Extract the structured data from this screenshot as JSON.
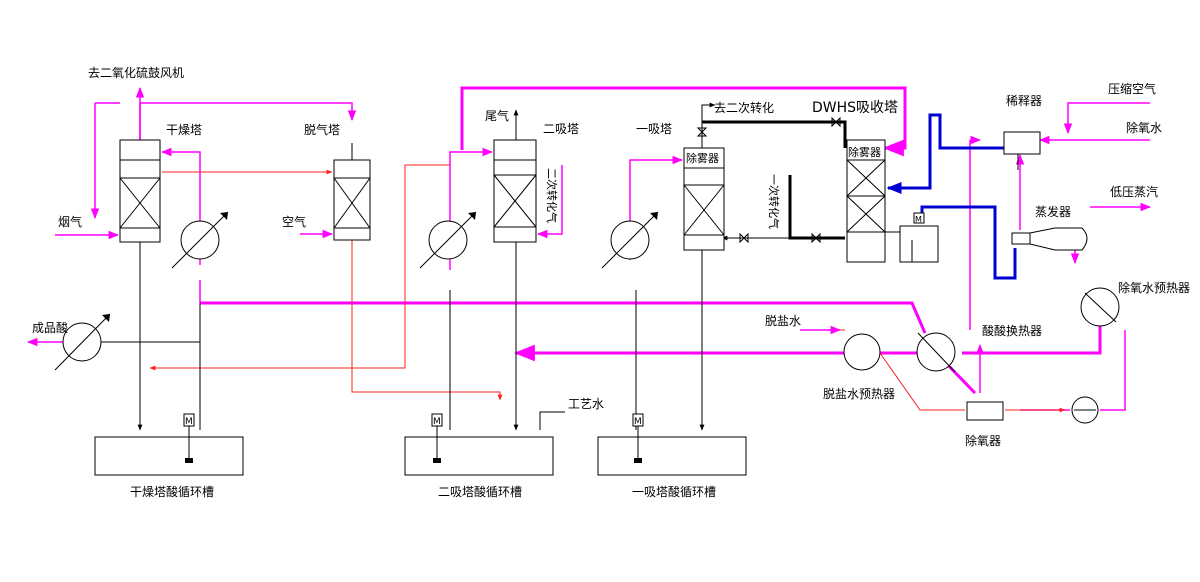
{
  "labels": {
    "to_so2_fan": "去二氧化硫鼓风机",
    "drying_tower": "干燥塔",
    "degassing_tower": "脱气塔",
    "tail_gas": "尾气",
    "second_absorber": "二吸塔",
    "first_absorber": "一吸塔",
    "to_second_conversion": "去二次转化",
    "dwhs_absorber": "DWHS吸收塔",
    "diluter": "稀释器",
    "compressed_air": "压缩空气",
    "deoxygenated_water": "除氧水",
    "low_pressure_steam": "低压蒸汽",
    "evaporator": "蒸发器",
    "deox_water_preheater": "除氧水预热器",
    "acid_heat_exchanger": "酸酸换热器",
    "desalted_water": "脱盐水",
    "desalted_water_preheater": "脱盐水预热器",
    "deaerator": "除氧器",
    "flue_gas": "烟气",
    "air": "空气",
    "product_acid": "成品酸",
    "mist_eliminator": "除雾器",
    "mist_eliminator_dwhs": "除雾器",
    "secondary_conversion_gas_1": "二次转化气",
    "secondary_conversion_gas_2": "一次转化气",
    "process_water": "工艺水",
    "drying_tank": "干燥塔酸循环槽",
    "second_absorber_tank": "二吸塔酸循环槽",
    "first_absorber_tank": "一吸塔酸循环槽",
    "motor": "M"
  },
  "colors": {
    "acid_main": "#ff00ff",
    "acid_branch": "#ff2020",
    "gas": "#000000",
    "water_steam": "#0000d0"
  }
}
